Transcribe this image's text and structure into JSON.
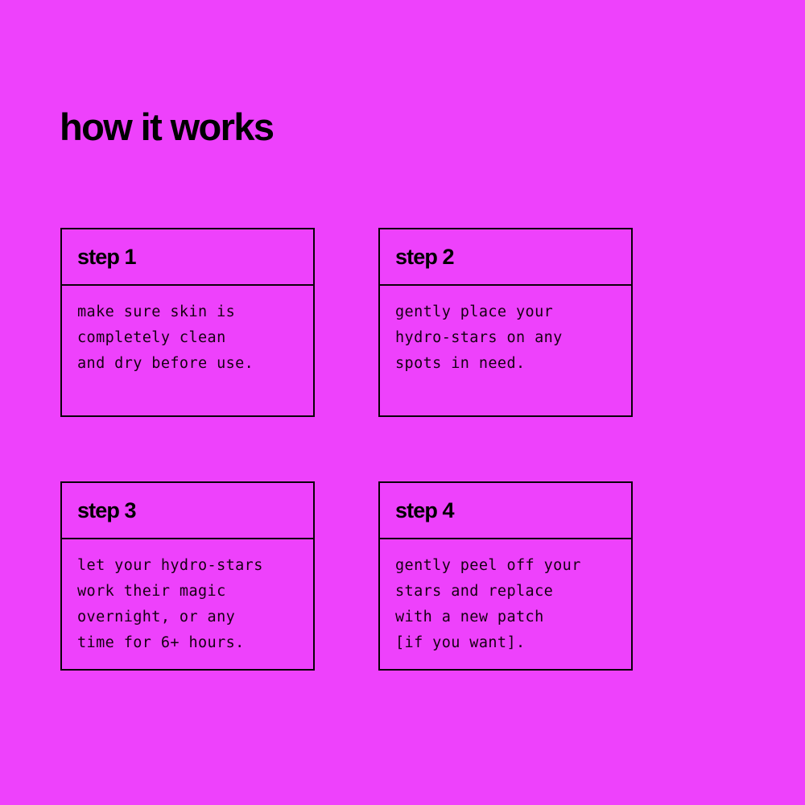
{
  "page": {
    "title": "how it works",
    "background_color": "#ee41fc",
    "ink_color": "#000000"
  },
  "steps": [
    {
      "title": "step 1",
      "text": "make sure skin is\ncompletely clean\nand dry before use."
    },
    {
      "title": "step 2",
      "text": "gently place your\nhydro-stars on any\nspots in need."
    },
    {
      "title": "step 3",
      "text": "let your hydro-stars\nwork their magic\novernight, or any\ntime for 6+ hours."
    },
    {
      "title": "step 4",
      "text": "gently peel off your\nstars and replace\nwith a new patch\n[if you want]."
    }
  ]
}
